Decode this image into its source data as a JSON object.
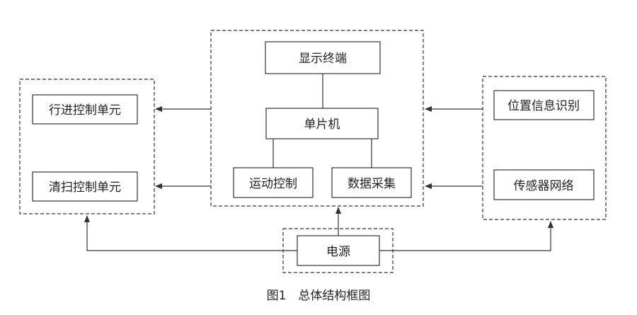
{
  "diagram": {
    "caption": "图1　总体结构框图",
    "boxes": {
      "display": "显示终端",
      "mcu": "单片机",
      "motion": "运动控制",
      "data": "数据采集",
      "travel": "行进控制单元",
      "clean": "清扫控制单元",
      "position": "位置信息识别",
      "sensor": "传感器网络",
      "power": "电源"
    }
  }
}
